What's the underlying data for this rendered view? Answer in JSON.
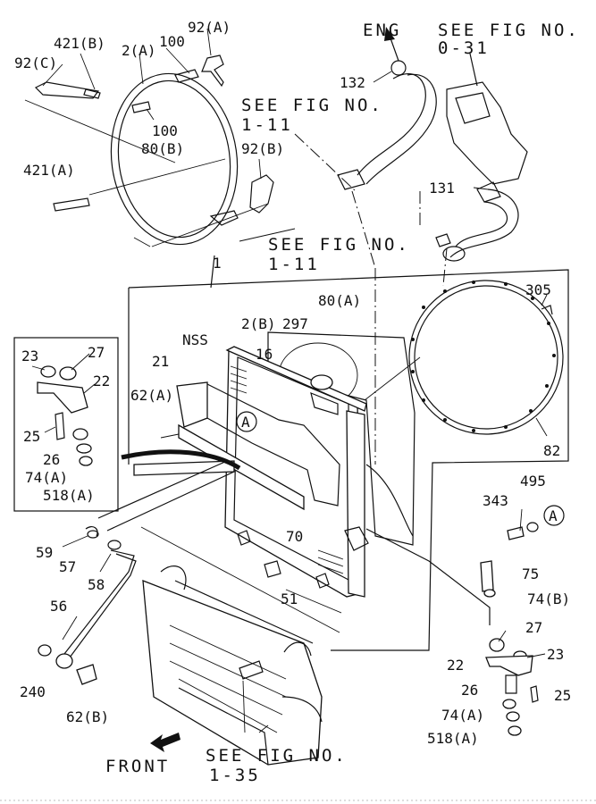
{
  "callouts": {
    "eng": "ENG",
    "see_0_31_a": "SEE FIG NO.",
    "see_0_31_b": "0-31",
    "see_1_11_top_a": "SEE FIG NO.",
    "see_1_11_top_b": "1-11",
    "see_1_11_mid_a": "SEE FIG NO.",
    "see_1_11_mid_b": "1-11",
    "see_1_35_a": "SEE FIG NO.",
    "see_1_35_b": "1-35",
    "front": "FRONT",
    "nss": "NSS",
    "ref_a": "A"
  },
  "parts": {
    "p92a": "92(A)",
    "p421b": "421(B)",
    "p2a": "2(A)",
    "p100_top": "100",
    "p92c": "92(C)",
    "p100_mid": "100",
    "p80b": "80(B)",
    "p92b": "92(B)",
    "p421a": "421(A)",
    "p132": "132",
    "p131": "131",
    "p1": "1",
    "p305": "305",
    "p80a": "80(A)",
    "p2b": "2(B)",
    "p297": "297",
    "p16": "16",
    "p21": "21",
    "p62a": "62(A)",
    "p82": "82",
    "p70": "70",
    "p51": "51",
    "p495": "495",
    "p343": "343",
    "p75": "75",
    "p74b": "74(B)",
    "p59": "59",
    "p57": "57",
    "p58": "58",
    "p56": "56",
    "p240": "240",
    "p62b": "62(B)",
    "inset_23": "23",
    "inset_27": "27",
    "inset_22": "22",
    "inset_25": "25",
    "inset_26": "26",
    "inset_74a": "74(A)",
    "inset_518a": "518(A)",
    "r27": "27",
    "r23": "23",
    "r22": "22",
    "r26": "26",
    "r25": "25",
    "r74a": "74(A)",
    "r518a": "518(A)"
  },
  "icons": {
    "circle_ref": "circle-A-reference-icon",
    "front_arrow": "front-arrow-icon"
  }
}
